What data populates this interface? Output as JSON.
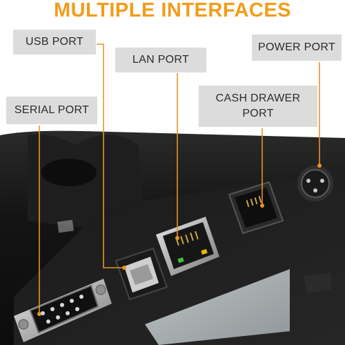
{
  "headline": "MULTIPLE INTERFACES",
  "labels": {
    "usb": "USB PORT",
    "lan": "LAN PORT",
    "power": "POWER PORT",
    "cash_line1": "CASH DRAWER",
    "cash_line2": "PORT",
    "serial": "SERIAL PORT"
  },
  "colors": {
    "headline": "#f39c1a",
    "label_bg": "#dcdcdc",
    "leader_line": "#e8932a",
    "printer_body": "#1c1c1c"
  }
}
